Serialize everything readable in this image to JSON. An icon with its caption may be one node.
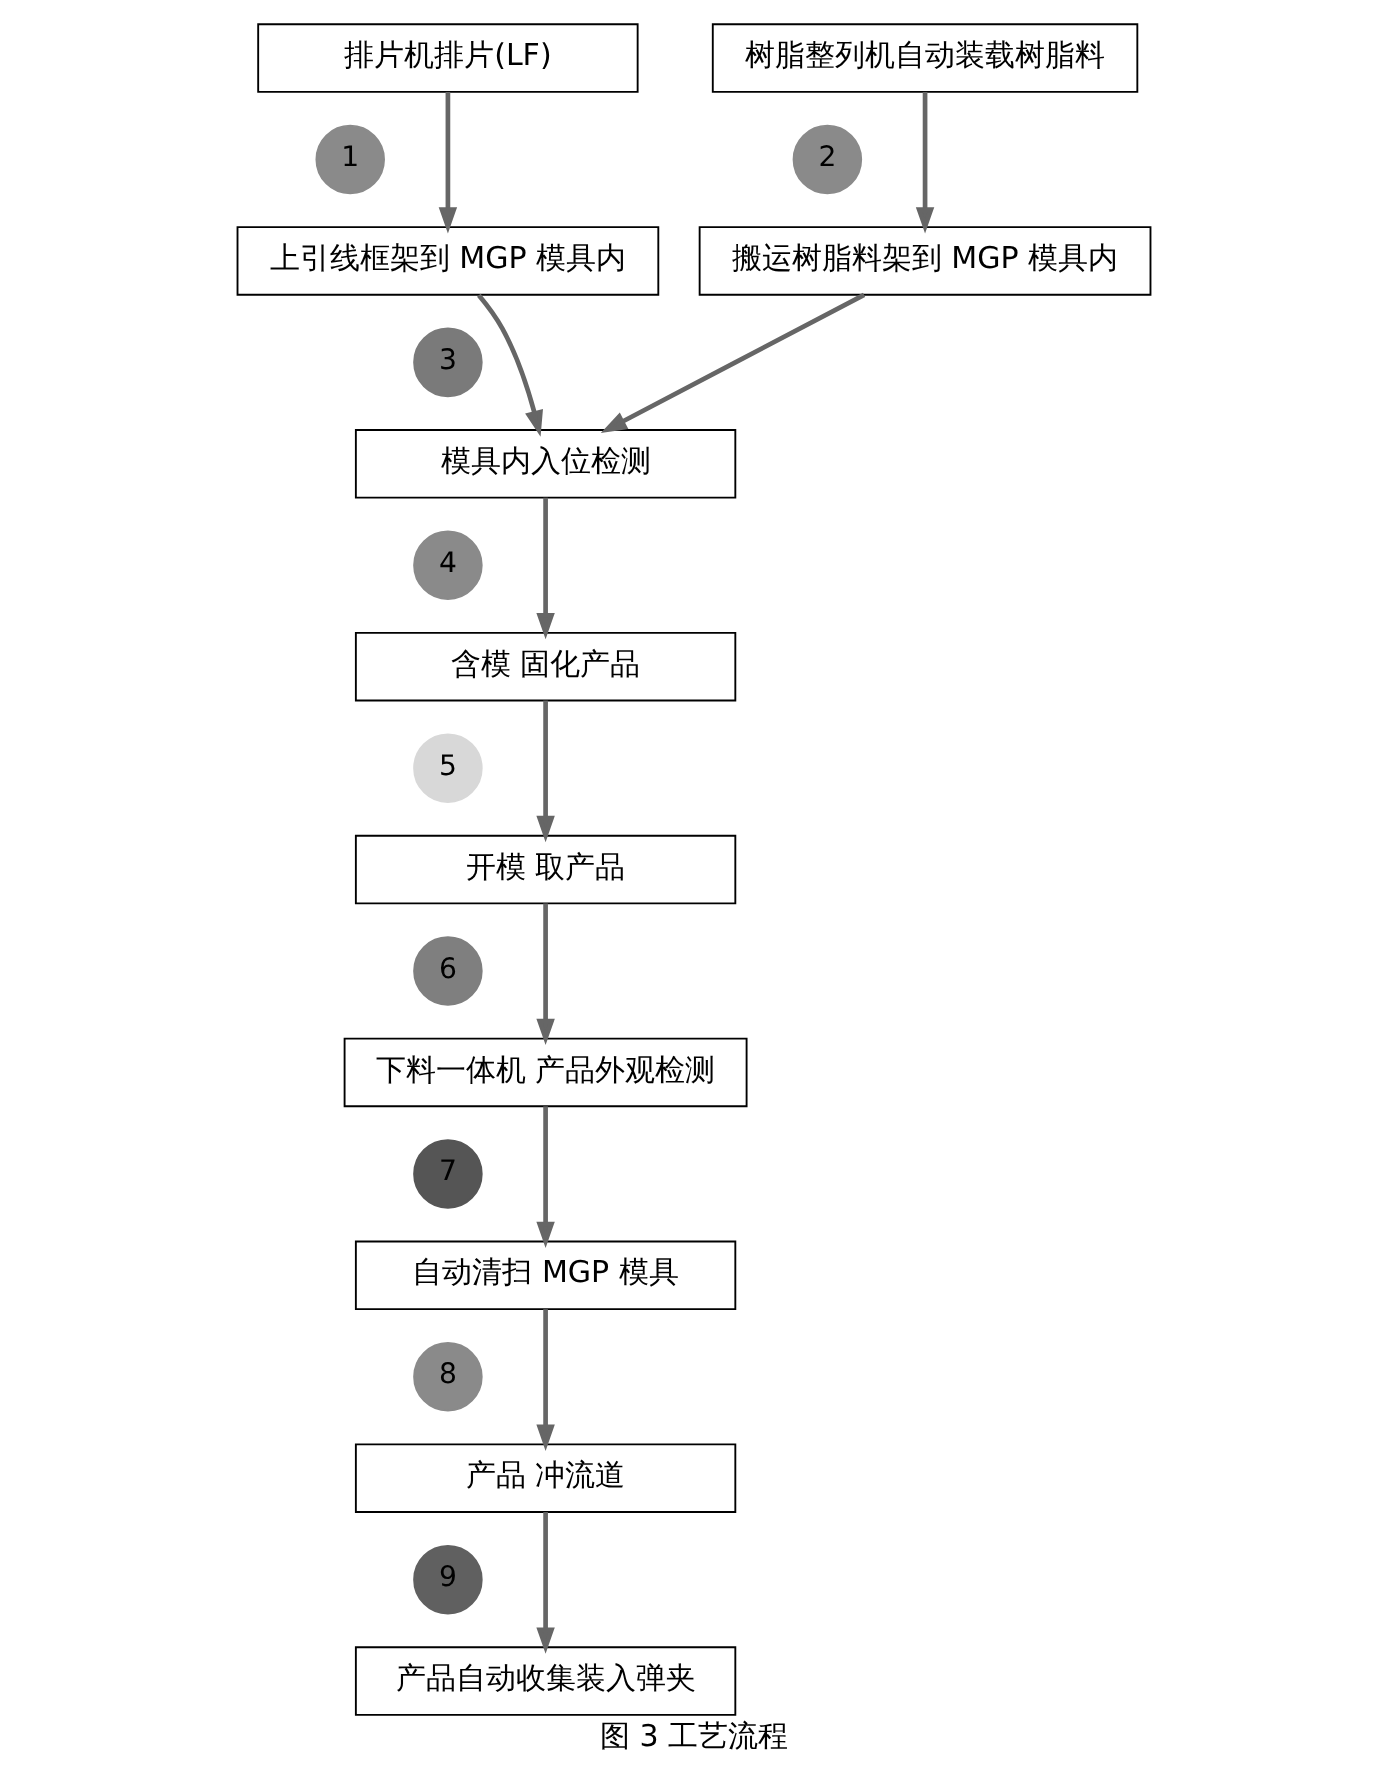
{
  "diagram": {
    "caption": "图 3 工艺流程",
    "nodes": [
      {
        "text": [
          "排片机排片(LF)"
        ]
      },
      {
        "text": [
          "树脂整列机自动装载树脂料"
        ]
      },
      {
        "text": [
          "1"
        ]
      },
      {
        "text": [
          "2"
        ]
      },
      {
        "text": [
          "上引线框架到 MGP 模具内"
        ]
      },
      {
        "text": [
          "搬运树脂料架到 MGP 模具内"
        ]
      },
      {
        "text": [
          "3"
        ]
      },
      {
        "text": [
          "模具内入位检测"
        ]
      },
      {
        "text": [
          "4"
        ]
      },
      {
        "text": [
          "含模 固化产品"
        ]
      },
      {
        "text": [
          "5"
        ]
      },
      {
        "text": [
          "开模 取产品"
        ]
      },
      {
        "text": [
          "6"
        ]
      },
      {
        "text": [
          "下料一体机 产品外观检测"
        ]
      },
      {
        "text": [
          "7"
        ]
      },
      {
        "text": [
          "自动清扫 MGP 模具"
        ]
      },
      {
        "text": [
          "8"
        ]
      },
      {
        "text": [
          "产品 冲流道"
        ]
      },
      {
        "text": [
          "9"
        ]
      },
      {
        "text": [
          "产品自动收集装入弹夹"
        ]
      }
    ],
    "edges": [
      {
        "from": 0,
        "to": 4,
        "arrow": "to"
      },
      {
        "from": 1,
        "to": 5,
        "arrow": "to"
      },
      {
        "from": 4,
        "to": 7,
        "arrow": "to"
      },
      {
        "from": 5,
        "to": 7,
        "arrow": "to"
      },
      {
        "from": 7,
        "to": 9,
        "arrow": "to"
      },
      {
        "from": 9,
        "to": 11,
        "arrow": "to"
      },
      {
        "from": 11,
        "to": 13,
        "arrow": "to"
      },
      {
        "from": 13,
        "to": 15,
        "arrow": "to"
      },
      {
        "from": 15,
        "to": 17,
        "arrow": "to"
      },
      {
        "from": 17,
        "to": 19,
        "arrow": "to"
      }
    ]
  }
}
